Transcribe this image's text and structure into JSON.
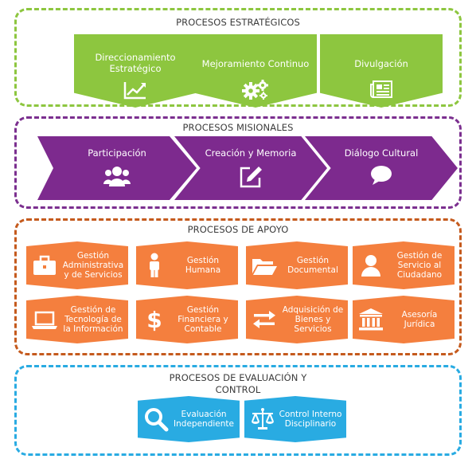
{
  "strategic": {
    "title": "PROCESOS ESTRATÉGICOS",
    "items": [
      {
        "label": "Direccionamiento Estratégico",
        "icon": "trend-chart-icon"
      },
      {
        "label": "Mejoramiento Continuo",
        "icon": "gears-icon"
      },
      {
        "label": "Divulgación",
        "icon": "newspaper-icon"
      }
    ]
  },
  "missional": {
    "title": "PROCESOS MISIONALES",
    "items": [
      {
        "label": "Participación",
        "icon": "people-icon"
      },
      {
        "label": "Creación y Memoria",
        "icon": "edit-icon"
      },
      {
        "label": "Diálogo Cultural",
        "icon": "speech-bubble-icon"
      }
    ]
  },
  "support": {
    "title": "PROCESOS DE APOYO",
    "items": [
      {
        "label": "Gestión Administrativa y de Servicios",
        "icon": "briefcase-icon"
      },
      {
        "label": "Gestión Humana",
        "icon": "person-icon"
      },
      {
        "label": "Gestión Documental",
        "icon": "folder-icon"
      },
      {
        "label": "Gestión de Servicio al Ciudadano",
        "icon": "user-icon"
      },
      {
        "label": "Gestión de Tecnología de la Información",
        "icon": "laptop-icon"
      },
      {
        "label": "Gestión Financiera y Contable",
        "icon": "dollar-icon"
      },
      {
        "label": "Adquisición de Bienes y Servicios",
        "icon": "exchange-icon"
      },
      {
        "label": "Asesoría Jurídica",
        "icon": "institution-icon"
      }
    ]
  },
  "evaluation": {
    "title_line1": "PROCESOS DE EVALUACIÓN Y",
    "title_line2": "CONTROL",
    "items": [
      {
        "label": "Evaluación Independiente",
        "icon": "magnifier-icon"
      },
      {
        "label": "Control Interno Disciplinario",
        "icon": "balance-scale-icon"
      }
    ]
  },
  "colors": {
    "strategic": "#8dc63f",
    "missional": "#7d2a8e",
    "support": "#f47f3e",
    "evaluation": "#29abe2"
  }
}
